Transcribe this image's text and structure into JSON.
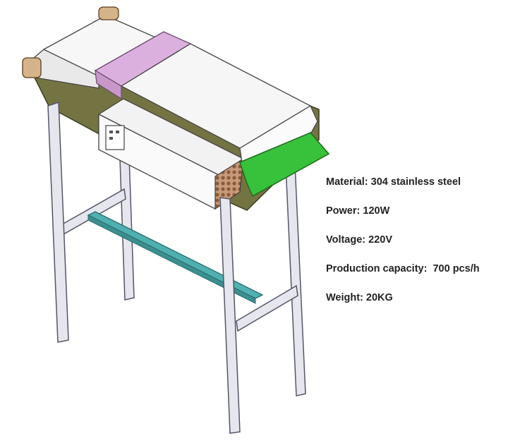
{
  "image": {
    "subject": "conveyor machine illustration",
    "colors": {
      "frame": "#747443",
      "frame_dark": "#5f5f36",
      "leg": "#e6e6ee",
      "leg_edge": "#555566",
      "crossbar": "#4fb0b0",
      "belt_pink": "#dcb0de",
      "tray_green": "#38c13a",
      "housing": "#f4f4f4",
      "roller_cap": "#d6b48a",
      "vent": "#8a5a3c"
    }
  },
  "specs": [
    {
      "label": "Material:",
      "value": "304 stainless steel"
    },
    {
      "label": "Power:",
      "value": "120W"
    },
    {
      "label": "Voltage:",
      "value": "220V"
    },
    {
      "label": "Production capacity:",
      "value": " 700 pcs/h"
    },
    {
      "label": "Weight:",
      "value": "20KG"
    }
  ]
}
